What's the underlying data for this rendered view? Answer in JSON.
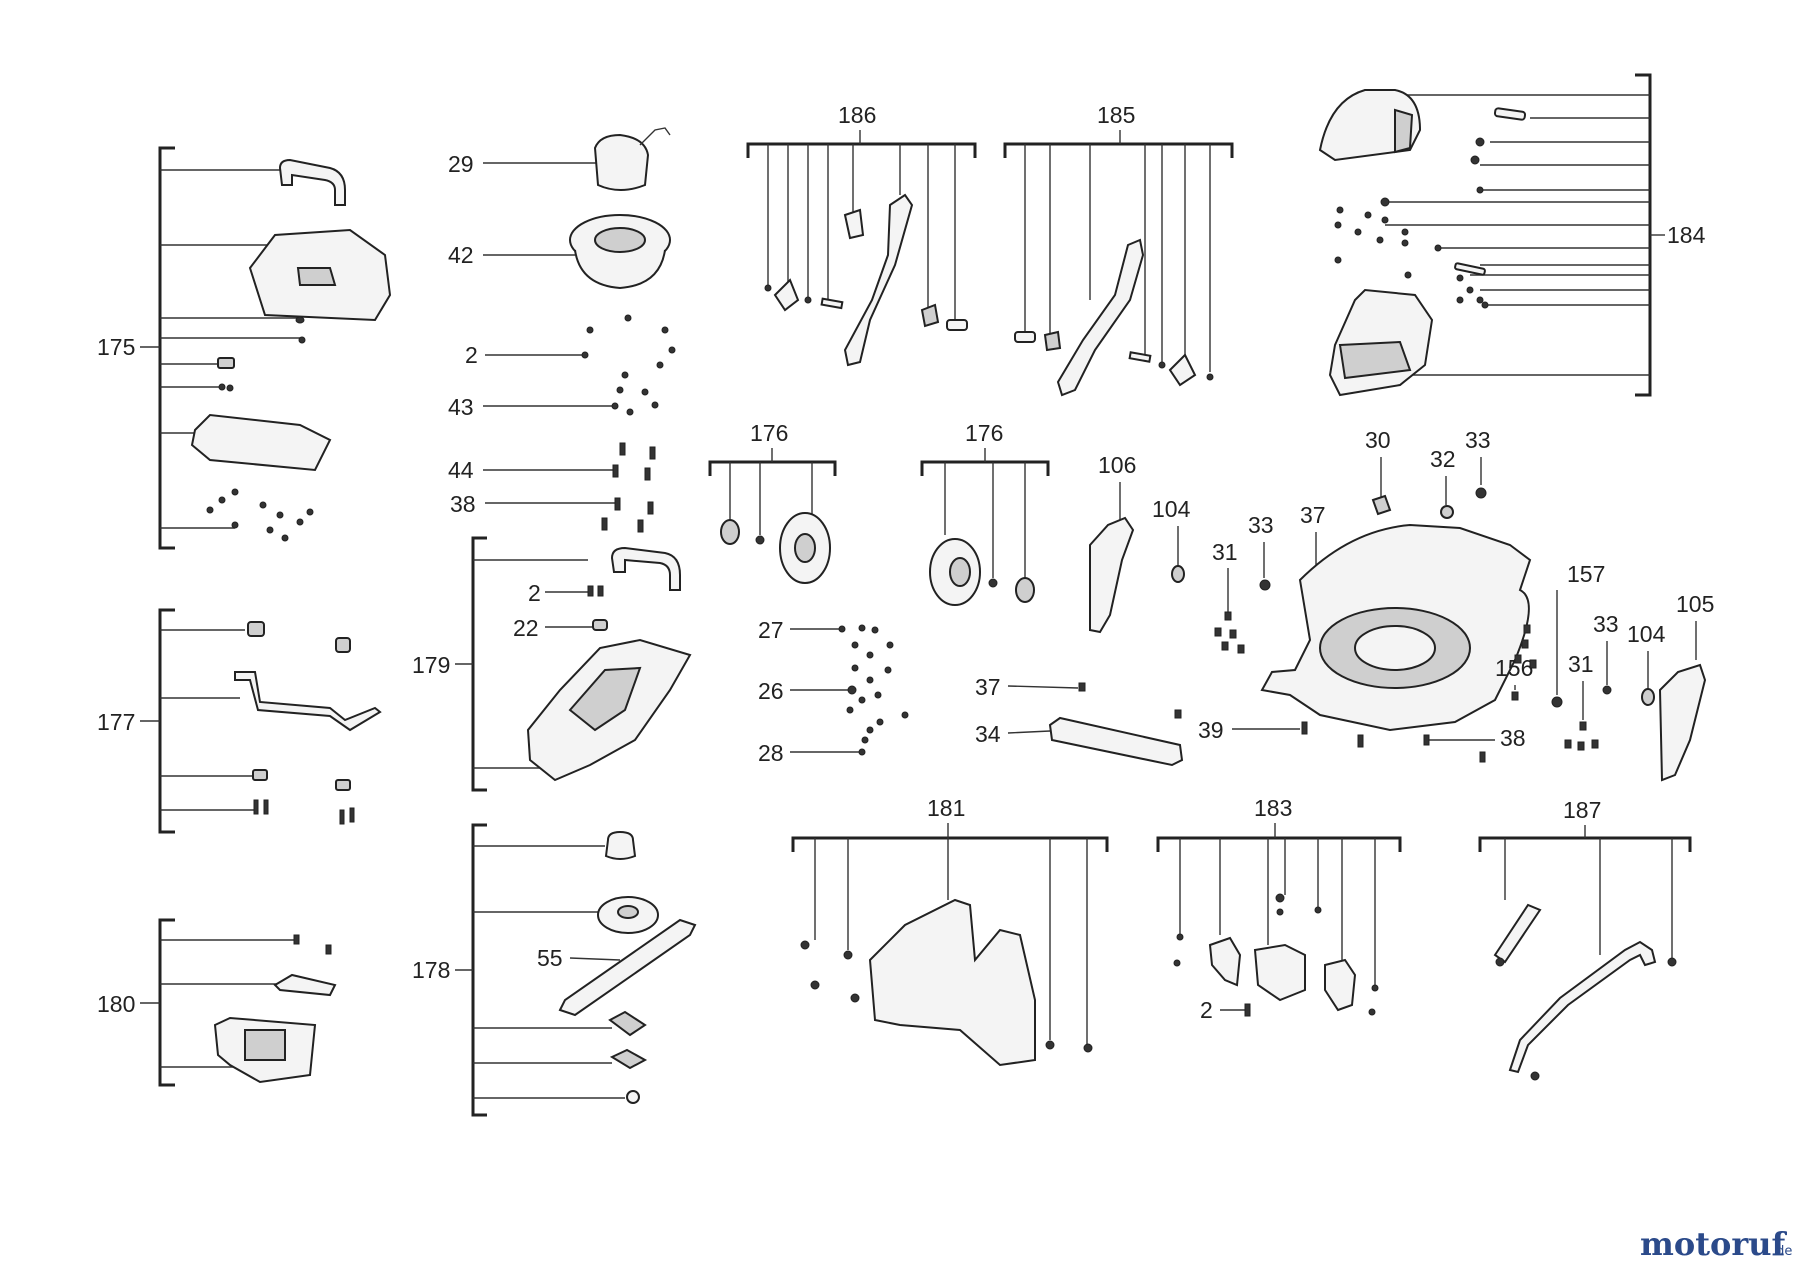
{
  "watermark": {
    "brand": "motoruf",
    "suffix": ".de",
    "brand_color": "#2b4a8a",
    "dot_color": "#e07a1f"
  },
  "labels": {
    "l175": "175",
    "l177": "177",
    "l180": "180",
    "l29": "29",
    "l42": "42",
    "l2a": "2",
    "l43": "43",
    "l44": "44",
    "l38a": "38",
    "l179": "179",
    "l2b": "2",
    "l22": "22",
    "l178": "178",
    "l55": "55",
    "l186": "186",
    "l185": "185",
    "l184": "184",
    "l176a": "176",
    "l176b": "176",
    "l106": "106",
    "l27": "27",
    "l26": "26",
    "l28": "28",
    "l104a": "104",
    "l31a": "31",
    "l33a": "33",
    "l37a": "37",
    "l30": "30",
    "l32": "32",
    "l33b": "33",
    "l157": "157",
    "l33c": "33",
    "l104b": "104",
    "l105": "105",
    "l156": "156",
    "l31b": "31",
    "l37b": "37",
    "l34": "34",
    "l39": "39",
    "l38b": "38",
    "l181": "181",
    "l183": "183",
    "l2c": "2",
    "l187": "187"
  }
}
